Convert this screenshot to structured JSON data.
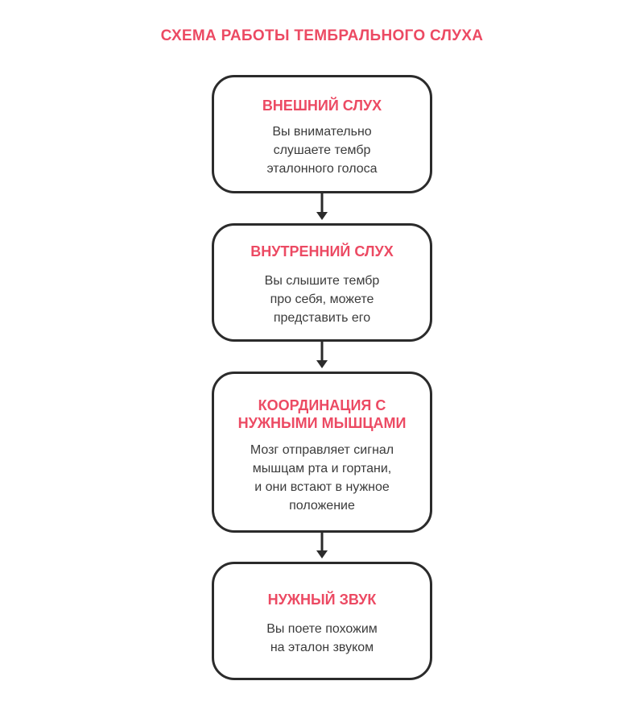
{
  "title": "СХЕМА РАБОТЫ ТЕМБРАЛЬНОГО СЛУХА",
  "steps": [
    {
      "title": "ВНЕШНИЙ СЛУХ",
      "text": "Вы внимательно\nслушаете тембр\nэталонного голоса"
    },
    {
      "title": "ВНУТРЕННИЙ СЛУХ",
      "text": "Вы слышите тембр\nпро себя, можете\nпредставить его"
    },
    {
      "title": "КООРДИНАЦИЯ С\nНУЖНЫМИ МЫШЦАМИ",
      "text": "Мозг отправляет сигнал\nмышцам рта и гортани,\nи они встают в нужное\nположение"
    },
    {
      "title": "НУЖНЫЙ ЗВУК",
      "text": "Вы поете похожим\nна эталон звуком"
    }
  ],
  "colors": {
    "accent": "#ec4a63",
    "border": "#2b2b2b",
    "text": "#3b3b3b"
  }
}
